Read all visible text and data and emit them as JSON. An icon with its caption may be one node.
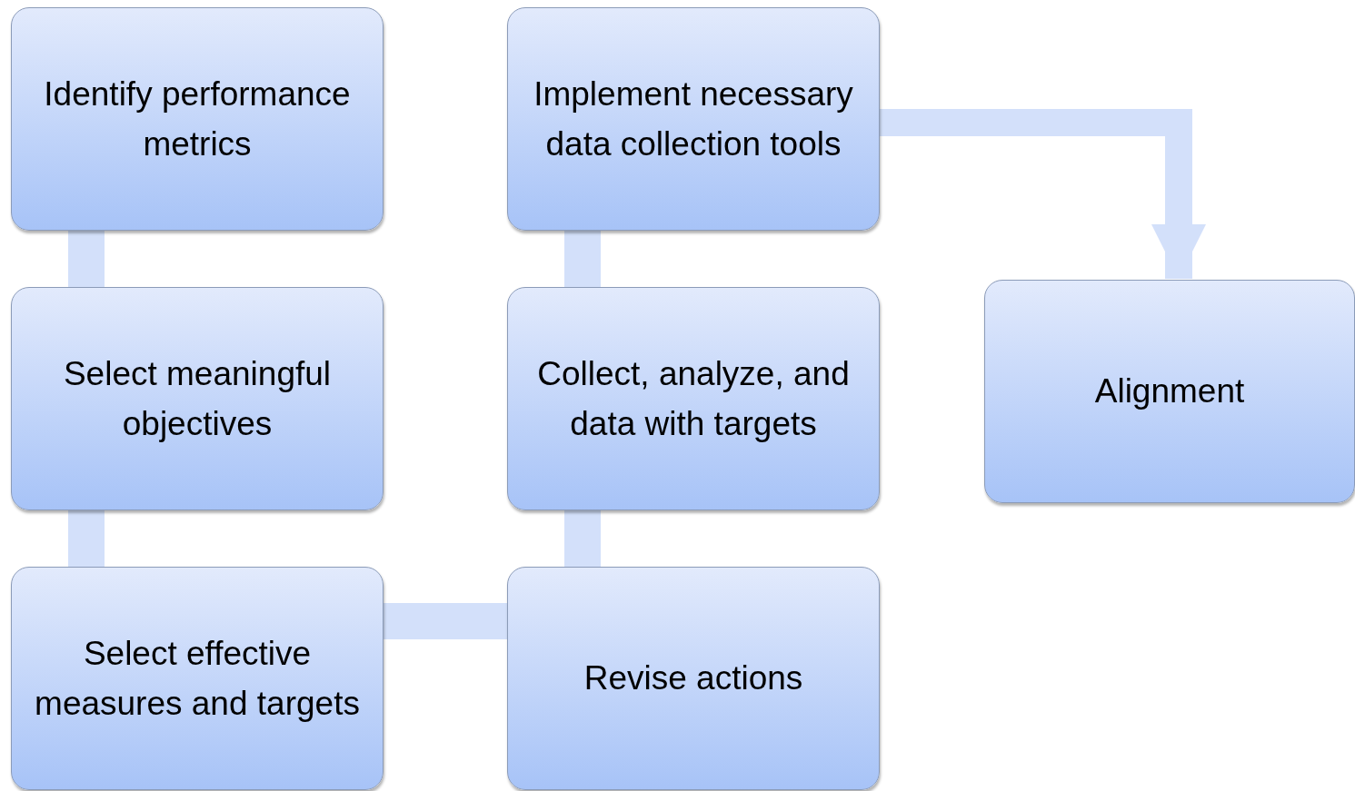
{
  "diagram": {
    "nodes": [
      {
        "text": [
          "Identify performance metrics"
        ]
      },
      {
        "text": [
          "Select meaningful objectives"
        ]
      },
      {
        "text": [
          "Select effective measures and targets"
        ]
      },
      {
        "text": [
          "Revise actions"
        ]
      },
      {
        "text": [
          "Collect, analyze, and data with targets"
        ]
      },
      {
        "text": [
          "Implement necessary data collection tools"
        ]
      },
      {
        "text": [
          "Alignment"
        ]
      }
    ],
    "edges": [
      {
        "from": 0,
        "to": 1,
        "arrow": "none"
      },
      {
        "from": 1,
        "to": 2,
        "arrow": "none"
      },
      {
        "from": 2,
        "to": 3,
        "arrow": "none"
      },
      {
        "from": 3,
        "to": 4,
        "arrow": "none"
      },
      {
        "from": 4,
        "to": 5,
        "arrow": "none"
      },
      {
        "from": 5,
        "to": 6,
        "arrow": "to"
      }
    ]
  }
}
